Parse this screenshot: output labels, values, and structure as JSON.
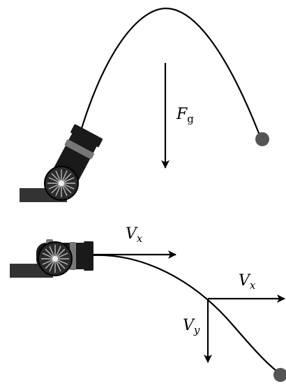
{
  "diagram": {
    "top_scene": {
      "force_label": {
        "symbol": "F",
        "subscript": "g"
      }
    },
    "bottom_scene": {
      "vx_label_left": {
        "symbol": "V",
        "subscript": "x"
      },
      "vx_label_right": {
        "symbol": "V",
        "subscript": "x"
      },
      "vy_label": {
        "symbol": "V",
        "subscript": "y"
      }
    },
    "colors": {
      "ink": "#000000",
      "cannon_barrel": "#1a1a1a",
      "cannon_base": "#333333",
      "wheel_fill": "#2b2b2b",
      "spoke": "#bbbbbb",
      "band": "#777777",
      "ball": "#555555"
    }
  }
}
